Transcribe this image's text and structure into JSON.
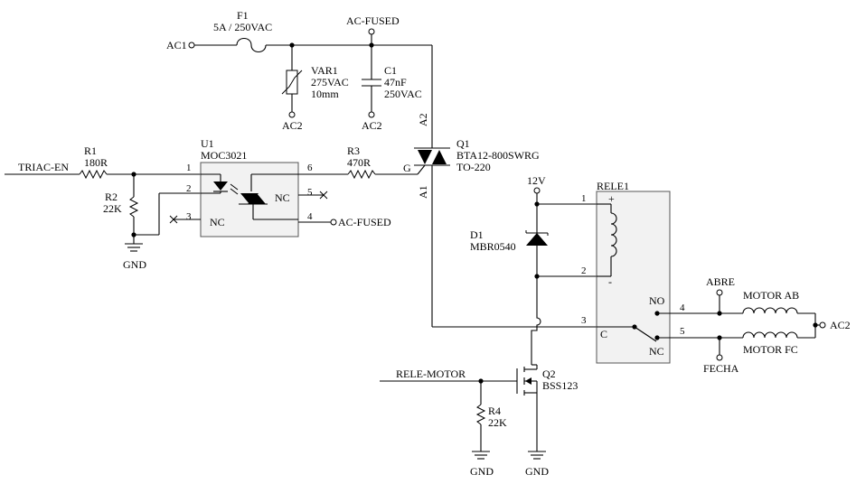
{
  "labels": {
    "ac1": "AC1",
    "f1_ref": "F1",
    "f1_val": "5A / 250VAC",
    "ac_fused_top": "AC-FUSED",
    "var1_ref": "VAR1",
    "var1_val1": "275VAC",
    "var1_val2": "10mm",
    "var1_ac2": "AC2",
    "c1_ref": "C1",
    "c1_val1": "47nF",
    "c1_val2": "250VAC",
    "c1_ac2": "AC2",
    "triac_en": "TRIAC-EN",
    "r1_ref": "R1",
    "r1_val": "180R",
    "r2_ref": "R2",
    "r2_val": "22K",
    "gnd1": "GND",
    "u1_ref": "U1",
    "u1_val": "MOC3021",
    "u1_pin1": "1",
    "u1_pin2": "2",
    "u1_pin3": "3",
    "u1_pin4": "4",
    "u1_pin5": "5",
    "u1_pin6": "6",
    "u1_nc_left": "NC",
    "u1_nc_right": "NC",
    "ac_fused_u1": "AC-FUSED",
    "r3_ref": "R3",
    "r3_val": "470R",
    "q1_g": "G",
    "q1_a2": "A2",
    "q1_a1": "A1",
    "q1_ref": "Q1",
    "q1_val1": "BTA12-800SWRG",
    "q1_val2": "TO-220",
    "v12": "12V",
    "d1_ref": "D1",
    "d1_val": "MBR0540",
    "rele1_ref": "RELE1",
    "rele_pin1": "1",
    "rele_pin2": "2",
    "rele_pin3": "3",
    "rele_pin4": "4",
    "rele_pin5": "5",
    "rele_plus": "+",
    "rele_minus": "-",
    "rele_no": "NO",
    "rele_c": "C",
    "rele_nc": "NC",
    "abre": "ABRE",
    "fecha": "FECHA",
    "motor_ab": "MOTOR AB",
    "motor_fc": "MOTOR FC",
    "ac2_right": "AC2",
    "rele_motor": "RELE-MOTOR",
    "q2_ref": "Q2",
    "q2_val": "BSS123",
    "r4_ref": "R4",
    "r4_val": "22K",
    "gnd2": "GND",
    "gnd3": "GND"
  }
}
